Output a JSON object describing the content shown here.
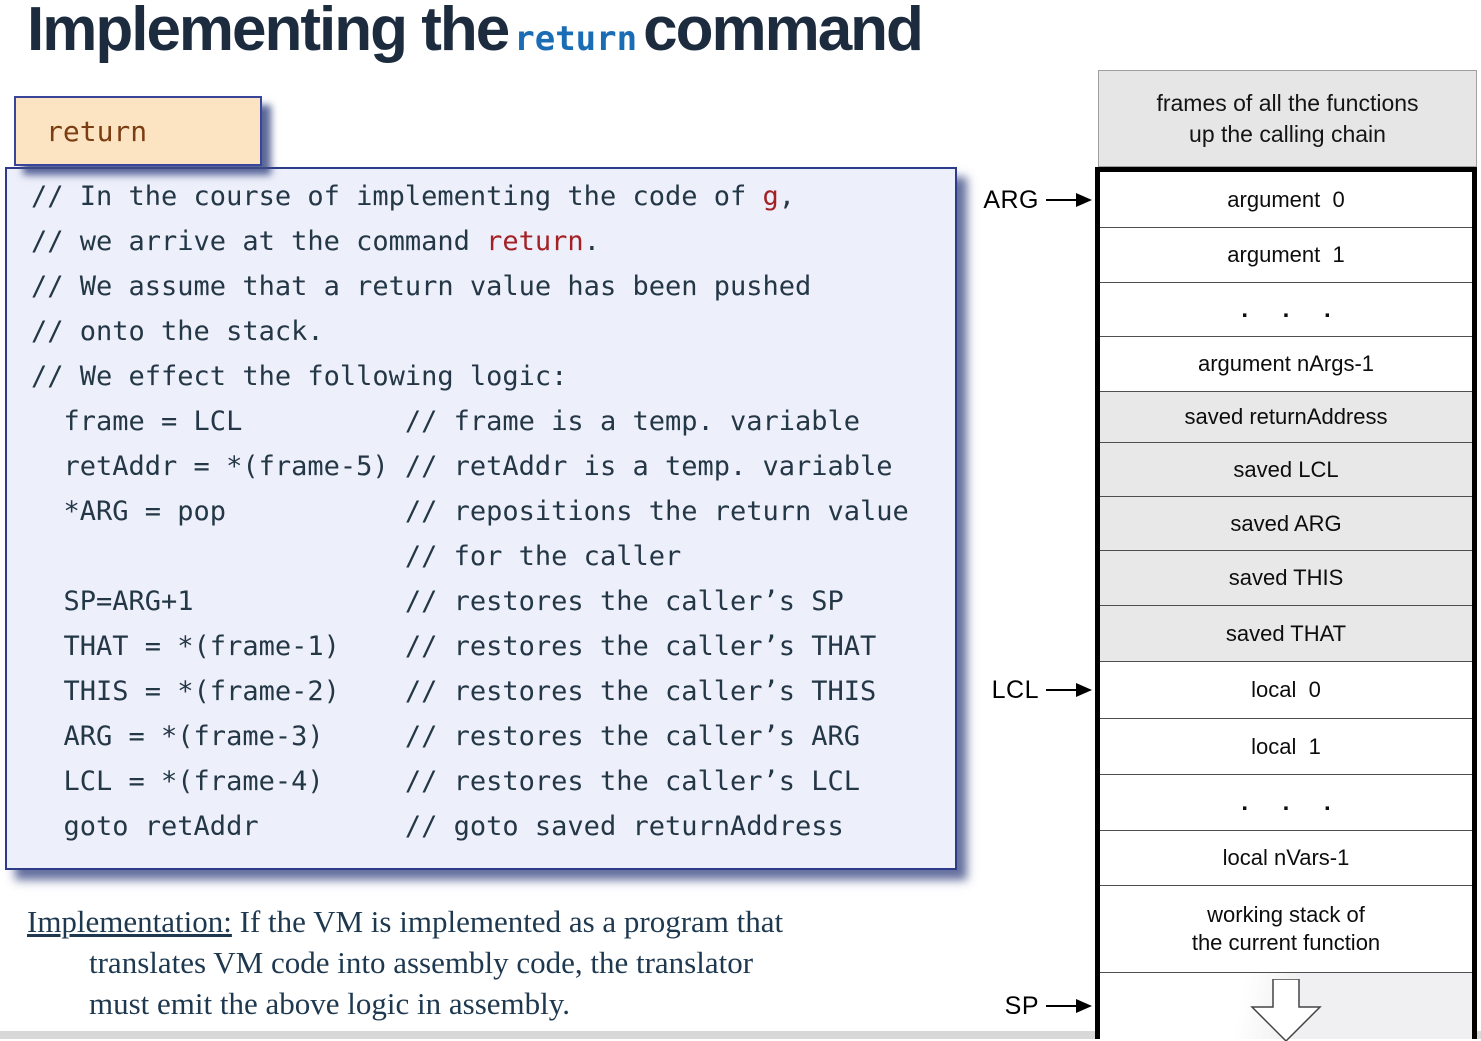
{
  "title": {
    "pre": "Implementing the",
    "keyword": "return",
    "post": "command"
  },
  "return_chip": {
    "label": "return"
  },
  "code_box": {
    "lines": [
      [
        [
          "// In the course of implementing the code of ",
          "d"
        ],
        [
          "g",
          "r"
        ],
        [
          ",",
          "d"
        ]
      ],
      [
        [
          "// we arrive at the command ",
          "d"
        ],
        [
          "return",
          "r"
        ],
        [
          ".",
          "d"
        ]
      ],
      [
        [
          "// We assume that a return value has been pushed",
          "d"
        ]
      ],
      [
        [
          "// onto the stack.",
          "d"
        ]
      ],
      [
        [
          "// We effect the following logic:",
          "d"
        ]
      ],
      [
        [
          "  frame = LCL          // frame is a temp. variable",
          "d"
        ]
      ],
      [
        [
          "  retAddr = *(frame-5) // retAddr is a temp. variable",
          "d"
        ]
      ],
      [
        [
          "  *ARG = pop           // repositions the return value",
          "d"
        ]
      ],
      [
        [
          "                       // for the caller",
          "d"
        ]
      ],
      [
        [
          "  SP=ARG+1             // restores the caller’s SP",
          "d"
        ]
      ],
      [
        [
          "  THAT = *(frame-1)    // restores the caller’s THAT",
          "d"
        ]
      ],
      [
        [
          "  THIS = *(frame-2)    // restores the caller’s THIS",
          "d"
        ]
      ],
      [
        [
          "  ARG = *(frame-3)     // restores the caller’s ARG",
          "d"
        ]
      ],
      [
        [
          "  LCL = *(frame-4)     // restores the caller’s LCL",
          "d"
        ]
      ],
      [
        [
          "  goto retAddr         // goto saved returnAddress",
          "d"
        ]
      ]
    ]
  },
  "stack_diagram": {
    "header": "frames of all the functions\nup the calling chain",
    "rows": [
      {
        "label": "argument  0",
        "shade": false,
        "pointer": "ARG",
        "h": 56
      },
      {
        "label": "argument  1",
        "shade": false,
        "h": 55
      },
      {
        "label": ". . .",
        "shade": false,
        "ellipsis": true,
        "h": 54
      },
      {
        "label": "argument nArgs-1",
        "shade": false,
        "h": 55
      },
      {
        "label": "saved returnAddress",
        "shade": true,
        "h": 51
      },
      {
        "label": "saved LCL",
        "shade": true,
        "h": 54
      },
      {
        "label": "saved ARG",
        "shade": true,
        "h": 54
      },
      {
        "label": "saved THIS",
        "shade": true,
        "h": 55
      },
      {
        "label": "saved THAT",
        "shade": true,
        "h": 56
      },
      {
        "label": "local  0",
        "shade": false,
        "pointer": "LCL",
        "h": 57
      },
      {
        "label": "local  1",
        "shade": false,
        "h": 56
      },
      {
        "label": ". . .",
        "shade": false,
        "ellipsis": true,
        "h": 56
      },
      {
        "label": "local nVars-1",
        "shade": false,
        "h": 55
      },
      {
        "label": "working stack of\nthe current function",
        "shade": false,
        "h": 87
      },
      {
        "label": "",
        "shade": false,
        "pointer": "SP",
        "h": 66,
        "gradient": true,
        "arrow": true
      }
    ]
  },
  "implementation": {
    "lead": "Implementation:",
    "line1_rest": " If the VM is implemented as a program that",
    "line2": "translates VM code into assembly code, the translator",
    "line3": "must emit the above logic in assembly."
  },
  "colors": {
    "title_navy": "#1c2b3d",
    "keyword_blue": "#1a6cb4",
    "code_red": "#a32025",
    "code_text": "#243746",
    "code_bg": "#edeffa",
    "box_border": "#2d3b88",
    "chip_bg": "#fce3c2",
    "chip_text": "#7b3e12",
    "row_shade": "#e8e8e8",
    "header_bg": "#e6e6e6"
  }
}
